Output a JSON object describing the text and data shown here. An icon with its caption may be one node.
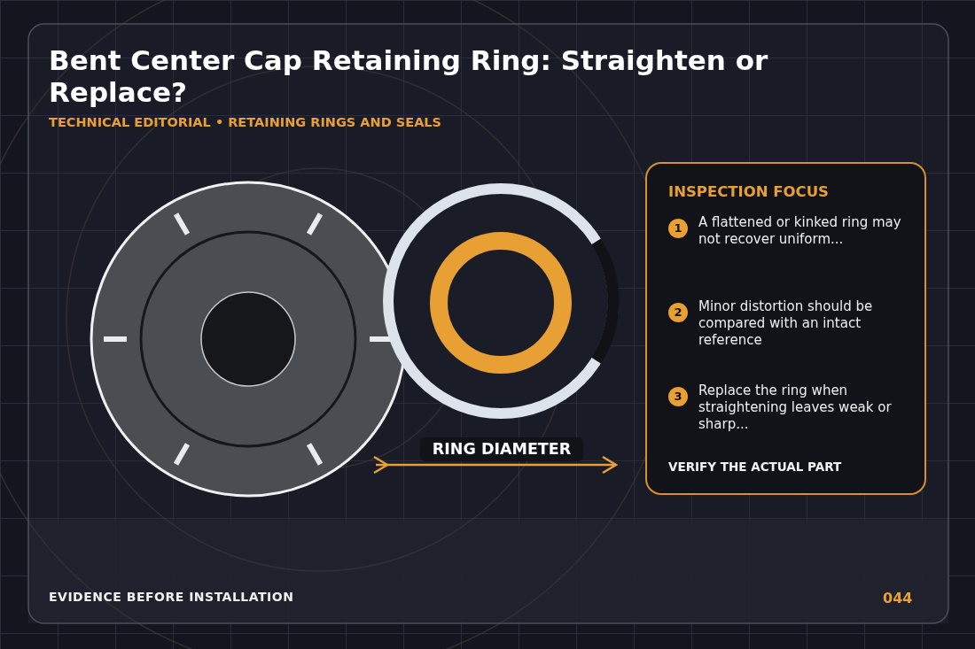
{
  "diagram": {
    "title": "Bent Center Cap Retaining Ring: Straighten or Replace?",
    "nodes": [
      {
        "text": [
          "INSPECTION FOCUS",
          "VERIFY THE ACTUAL PART"
        ]
      },
      {
        "text": [
          "1"
        ],
        "in": 0,
        "beside": [
          "A flattened or kinked ring may not recover uniform..."
        ]
      },
      {
        "text": [
          "2"
        ],
        "in": 0,
        "beside": [
          "Minor distortion should be compared with an intact reference"
        ]
      },
      {
        "text": [
          "3"
        ],
        "in": 0,
        "beside": [
          "Replace the ring when straightening leaves weak or sharp..."
        ]
      }
    ],
    "edges": [],
    "labels": [
      "TECHNICAL EDITORIAL • RETAINING RINGS AND SEALS",
      "RING DIAMETER",
      "EVIDENCE BEFORE INSTALLATION",
      "044"
    ]
  }
}
